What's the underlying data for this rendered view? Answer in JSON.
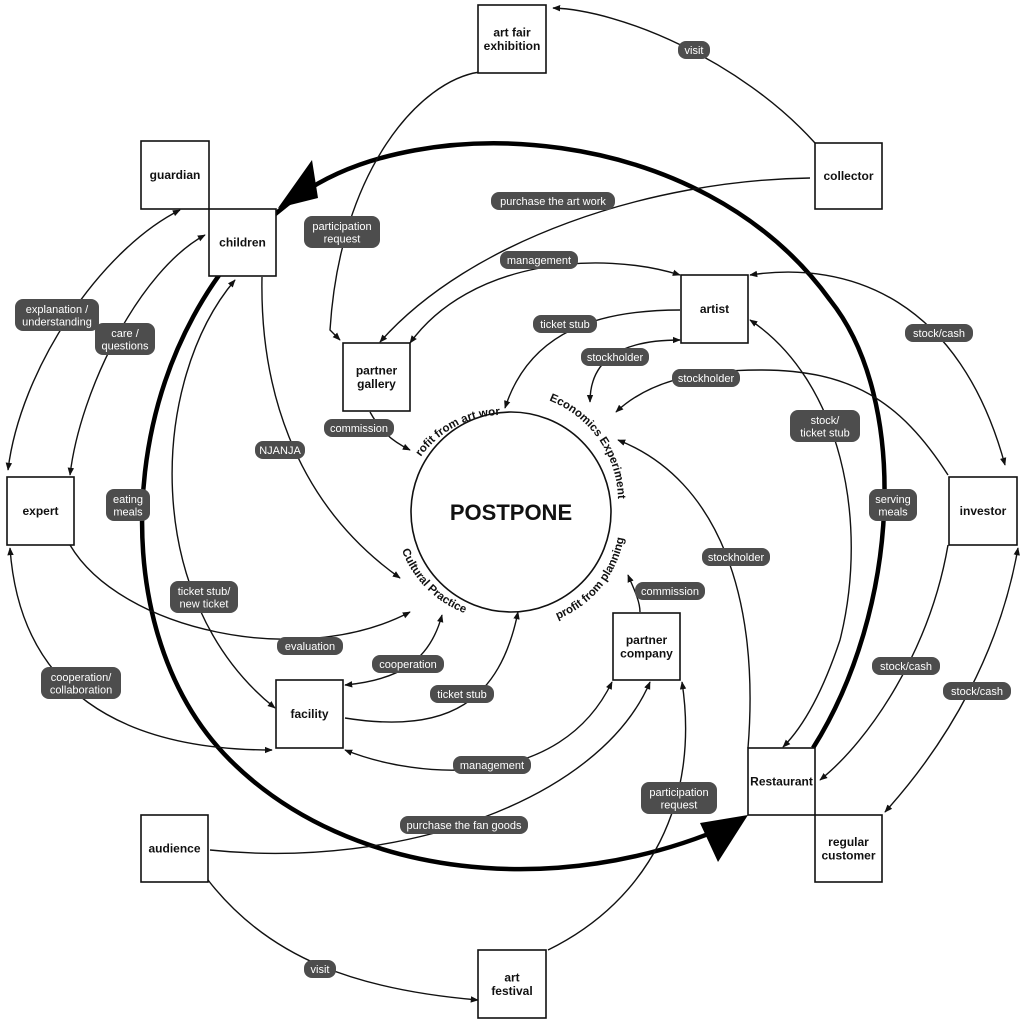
{
  "center": {
    "title": "POSTPONE",
    "arc_top_left": "Profit from art work",
    "arc_top_right": "Economics Experiment",
    "arc_bottom_left": "Cultural Practice",
    "arc_bottom_right": "profit from planning"
  },
  "nodes": {
    "art_fair": [
      "art fair",
      "exhibition"
    ],
    "collector": [
      "collector"
    ],
    "guardian": [
      "guardian"
    ],
    "children": [
      "children"
    ],
    "artist": [
      "artist"
    ],
    "partner_gallery": [
      "partner",
      "gallery"
    ],
    "expert": [
      "expert"
    ],
    "investor": [
      "investor"
    ],
    "partner_company": [
      "partner",
      "company"
    ],
    "facility": [
      "facility"
    ],
    "restaurant": [
      "Restaurant"
    ],
    "regular_customer": [
      "regular",
      "customer"
    ],
    "audience": [
      "audience"
    ],
    "art_festival": [
      "art",
      "festival"
    ]
  },
  "labels": {
    "visit_top": [
      "visit"
    ],
    "purchase_art_work": [
      "purchase the art work"
    ],
    "participation_request_top": [
      "participation",
      "request"
    ],
    "management_top": [
      "management"
    ],
    "ticket_stub_top": [
      "ticket stub"
    ],
    "stockholder_artist": [
      "stockholder"
    ],
    "stockholder_investor": [
      "stockholder"
    ],
    "stock_cash_artist": [
      "stock/cash"
    ],
    "explanation": [
      "explanation /",
      "understanding"
    ],
    "care_questions": [
      "care /",
      "questions"
    ],
    "commission_gallery": [
      "commission"
    ],
    "njanja": [
      "NJANJA"
    ],
    "stock_ticket_stub": [
      "stock/",
      "ticket stub"
    ],
    "eating_meals": [
      "eating",
      "meals"
    ],
    "serving_meals": [
      "serving",
      "meals"
    ],
    "stockholder_restaurant": [
      "stockholder"
    ],
    "ticket_stub_new_ticket": [
      "ticket stub/",
      "new ticket"
    ],
    "commission_company": [
      "commission"
    ],
    "evaluation": [
      "evaluation"
    ],
    "cooperation": [
      "cooperation"
    ],
    "stock_cash_restaurant": [
      "stock/cash"
    ],
    "cooperation_collaboration": [
      "cooperation/",
      "collaboration"
    ],
    "ticket_stub_facility": [
      "ticket stub"
    ],
    "stock_cash_regular": [
      "stock/cash"
    ],
    "management_bottom": [
      "management"
    ],
    "participation_request_bottom": [
      "participation",
      "request"
    ],
    "purchase_fan_goods": [
      "purchase the fan goods"
    ],
    "visit_bottom": [
      "visit"
    ]
  }
}
